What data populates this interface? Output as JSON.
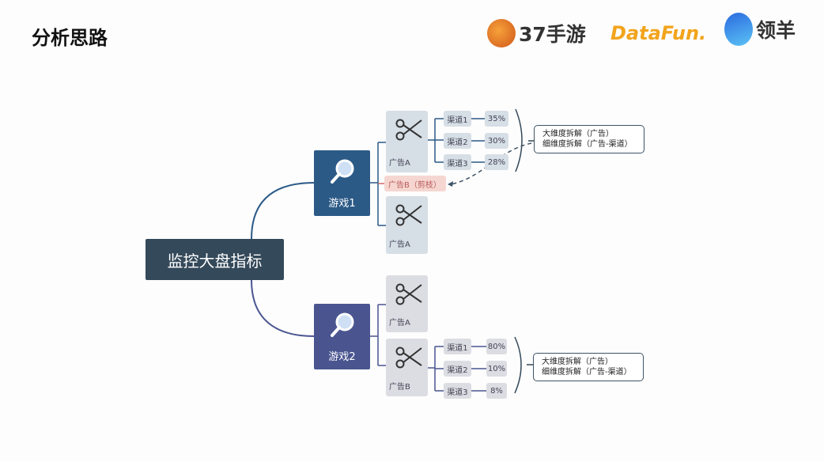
{
  "title": "分析思路",
  "logos": {
    "l37": "37手游",
    "datafun": "DataFun.",
    "lingyang": "领羊"
  },
  "root": "监控大盘指标",
  "games": [
    {
      "label": "游戏1",
      "color": "#2c5a87",
      "ads": [
        {
          "label": "广告A"
        },
        {
          "label": "广告B（剪枝）",
          "pruned": true
        },
        {
          "label": "广告A"
        }
      ],
      "channels": [
        {
          "label": "渠道1",
          "pct": "35%"
        },
        {
          "label": "渠道2",
          "pct": "30%"
        },
        {
          "label": "渠道3",
          "pct": "28%"
        }
      ],
      "note": [
        "大维度拆解（广告）",
        "细维度拆解（广告-渠道）"
      ]
    },
    {
      "label": "游戏2",
      "color": "#4a5590",
      "ads": [
        {
          "label": "广告A"
        },
        {
          "label": "广告B"
        }
      ],
      "channels": [
        {
          "label": "渠道1",
          "pct": "80%"
        },
        {
          "label": "渠道2",
          "pct": "10%"
        },
        {
          "label": "渠道3",
          "pct": "8%"
        }
      ],
      "note": [
        "大维度拆解（广告）",
        "细维度拆解（广告-渠道）"
      ]
    }
  ]
}
